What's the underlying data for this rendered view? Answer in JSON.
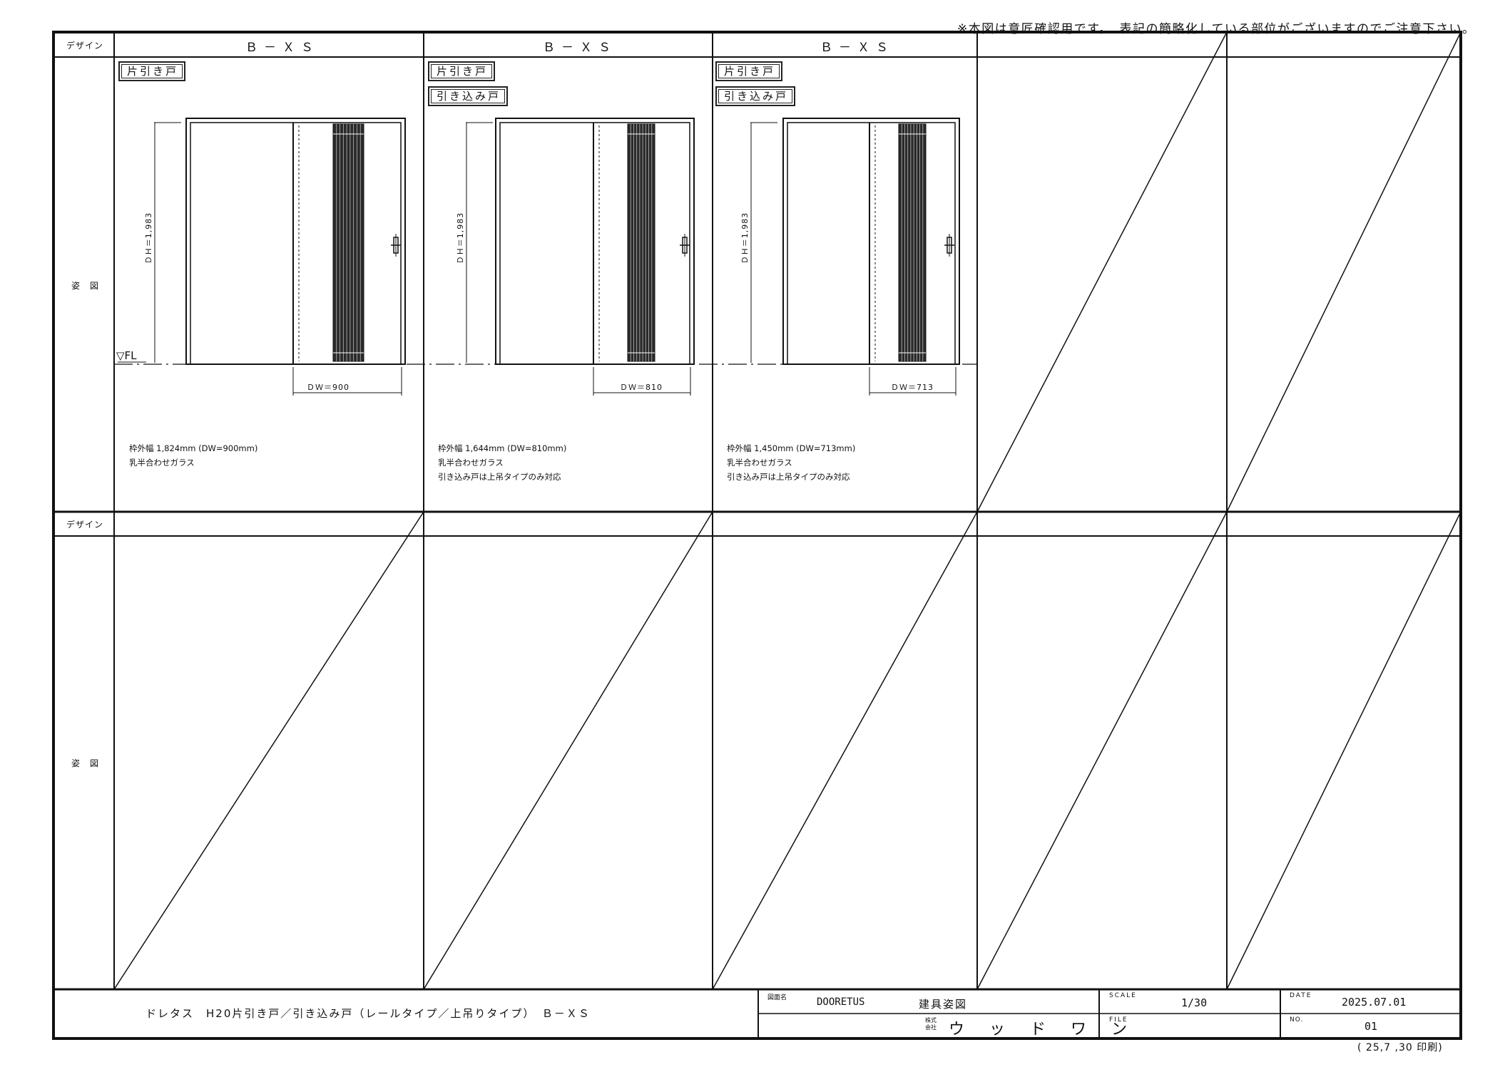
{
  "header_note": "※本図は意匠確認用です。　表記の簡略化している部位がございますのでご注意下さい。",
  "row_labels": {
    "design_top": "デザイン",
    "figure_top": "姿　図",
    "design_bottom": "デザイン",
    "figure_bottom": "姿　図"
  },
  "designs": [
    {
      "name": "Ｂ－ＸＳ",
      "tags": [
        "片引き戸"
      ],
      "dh": "ＤＨ＝1,983",
      "dw": "ＤＷ＝900",
      "fl": "▽FL",
      "spec": [
        "枠外幅 1,824mm (DW=900mm)",
        "乳半合わせガラス"
      ]
    },
    {
      "name": "Ｂ－ＸＳ",
      "tags": [
        "片引き戸",
        "引き込み戸"
      ],
      "dh": "ＤＨ＝1,983",
      "dw": "ＤＷ＝810",
      "spec": [
        "枠外幅 1,644mm (DW=810mm)",
        "乳半合わせガラス",
        "引き込み戸は上吊タイプのみ対応"
      ]
    },
    {
      "name": "Ｂ－ＸＳ",
      "tags": [
        "片引き戸",
        "引き込み戸"
      ],
      "dh": "ＤＨ＝1,983",
      "dw": "ＤＷ＝713",
      "spec": [
        "枠外幅 1,450mm (DW=713mm)",
        "乳半合わせガラス",
        "引き込み戸は上吊タイプのみ対応"
      ]
    }
  ],
  "title_block": {
    "product_title": "ドレタス　H20片引き戸／引き込み戸（レールタイプ／上吊りタイプ）　Ｂ－ＸＳ",
    "drawing_name_label": "図面名",
    "drawing_name": "DOORETUS",
    "drawing_type": "建具姿図",
    "company_prefix_1": "株式",
    "company_prefix_2": "会社",
    "company": "ウ ッ ド ワ ン",
    "scale_label": "SCALE",
    "scale": "1/30",
    "file_label": "FILE",
    "date_label": "DATE",
    "date": "2025.07.01",
    "no_label": "NO.",
    "no": "01",
    "print_note": "( 25,7 ,30 印刷)"
  }
}
